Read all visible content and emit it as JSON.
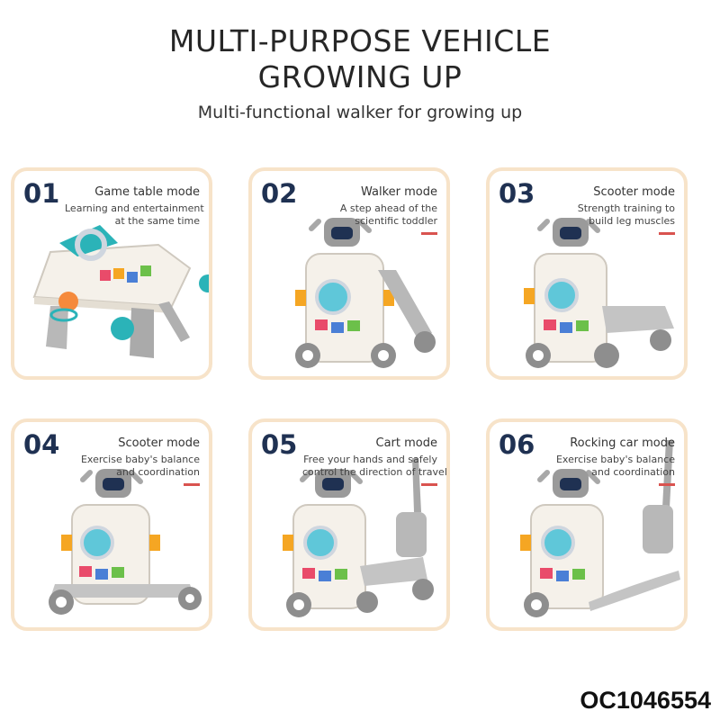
{
  "header": {
    "title_line1": "MULTI-PURPOSE VEHICLE",
    "title_line2": "GROWING UP",
    "subtitle": "Multi-functional walker for growing up"
  },
  "cards": [
    {
      "num": "01",
      "mode": "Game table mode",
      "desc1": "Learning and entertainment",
      "desc2": "at the same time"
    },
    {
      "num": "02",
      "mode": "Walker mode",
      "desc1": "A step ahead of the",
      "desc2": "scientific toddler"
    },
    {
      "num": "03",
      "mode": "Scooter mode",
      "desc1": "Strength training to",
      "desc2": "build leg muscles"
    },
    {
      "num": "04",
      "mode": "Scooter mode",
      "desc1": "Exercise baby's balance",
      "desc2": "and coordination"
    },
    {
      "num": "05",
      "mode": "Cart mode",
      "desc1": "Free your hands and safely",
      "desc2": "control the direction of travel"
    },
    {
      "num": "06",
      "mode": "Rocking car mode",
      "desc1": "Exercise baby's balance",
      "desc2": "and coordination"
    }
  ],
  "product_code": "OC1046554",
  "colors": {
    "card_border": "#f7e3c9",
    "number": "#1f3152",
    "accent_dash": "#d9534f",
    "toy_body": "#f5f1ea",
    "toy_grey": "#9a9a9a",
    "toy_teal": "#2bb3b8",
    "toy_orange": "#f5a623"
  }
}
